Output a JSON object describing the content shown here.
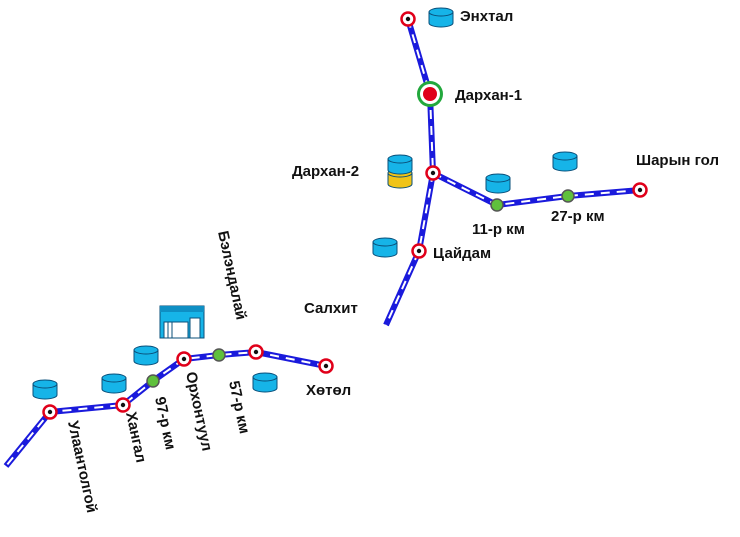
{
  "colors": {
    "rail": "#1a1adc",
    "rail_dash": "#ffffff",
    "station_ring": "#e0001a",
    "junction_fill": "#5fc03c",
    "tank_blue": "#16b4e8",
    "tank_yellow": "#f0c419",
    "main_station_green": "#22a83c"
  },
  "stations": {
    "enkhtal": "Энхтал",
    "darkhan1": "Дархан-1",
    "darkhan2": "Дархан-2",
    "sharyn_gol": "Шарын гол",
    "km11": "11-р км",
    "km27": "27-р км",
    "tsaidam": "Цайдам",
    "salkhit": "Салхит",
    "belendalai": "Бэлэндалай",
    "khotol": "Хөтөл",
    "orkhontuul": "Орхонтуул",
    "km57": "57-р км",
    "km97": "97-р км",
    "khangal": "Хангал",
    "ulaantolgoi": "Улаантолгой"
  },
  "icons": {
    "station": "station-marker-icon",
    "junction": "junction-marker-icon",
    "tank": "oil-tank-icon",
    "depot": "depot-building-icon"
  }
}
